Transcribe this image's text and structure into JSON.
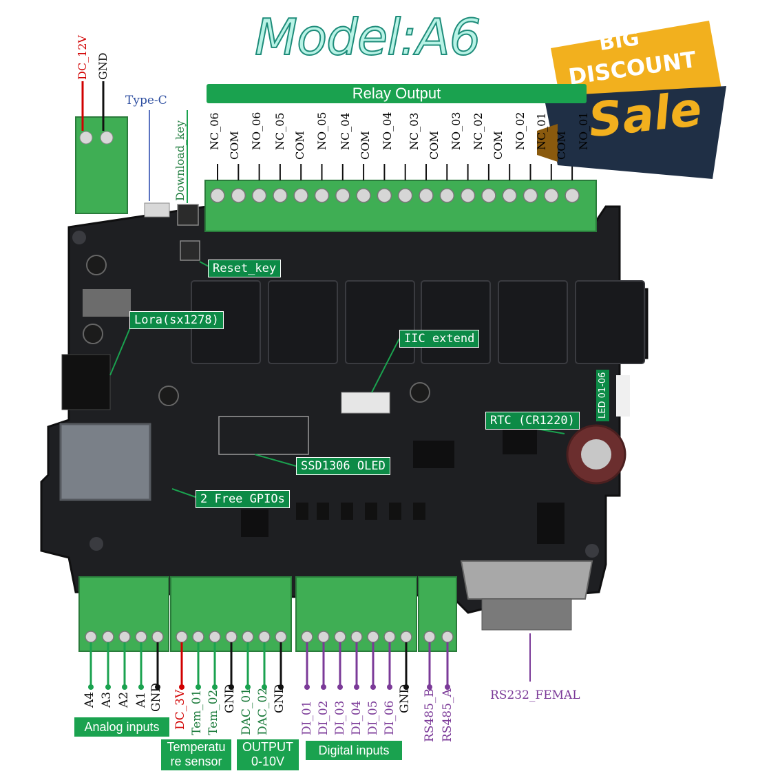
{
  "title": "Model:A6",
  "banner": {
    "line1": "BIG",
    "line2": "DISCOUNT",
    "line3": "Sale"
  },
  "top": {
    "power_labels": [
      "DC_12V",
      "GND"
    ],
    "type_c": "Type-C",
    "download_key": "Download_key",
    "relay_output": "Relay  Output",
    "relay_pins": [
      "NC_06",
      "COM",
      "NO_06",
      "NC_05",
      "COM",
      "NO_05",
      "NC_04",
      "COM",
      "NO_04",
      "NC_03",
      "COM",
      "NO_03",
      "NC_02",
      "COM",
      "NO_02",
      "NC_01",
      "COM",
      "NO_01"
    ]
  },
  "callouts": {
    "reset_key": "Reset_key",
    "lora": "Lora(sx1278)",
    "iic": "IIC extend",
    "rtc": "RTC (CR1220)",
    "led": "LED 01-06",
    "oled": "SSD1306 OLED",
    "gpio": "2 Free GPIOs"
  },
  "bottom": {
    "analog_pins": [
      "A4",
      "A3",
      "A2",
      "A1",
      "GND"
    ],
    "temp_pins": [
      "DC_3V",
      "Tem_01",
      "Tem_02",
      "GND"
    ],
    "dac_pins": [
      "DAC_01",
      "DAC_02",
      "GND"
    ],
    "di_pins": [
      "DI_01",
      "DI_02",
      "DI_03",
      "DI_04",
      "DI_05",
      "DI_06",
      "GND"
    ],
    "rs485_pins": [
      "RS485_B",
      "RS485_A"
    ],
    "rs232": "RS232_FEMAL",
    "sections": {
      "analog": "Analog inputs",
      "temp_line1": "Temperatu",
      "temp_line2": "re sensor",
      "output_line1": "OUTPUT",
      "output_line2": "0-10V",
      "digital": "Digital inputs"
    }
  },
  "colors": {
    "pcb": "#1e1f22",
    "terminal": "#3fae54",
    "label_green": "#0c8a46",
    "red_wire": "#d10000",
    "purple_wire": "#7b3a98",
    "title_fill": "#b9f3e6",
    "banner_gold": "#f2b01e"
  }
}
